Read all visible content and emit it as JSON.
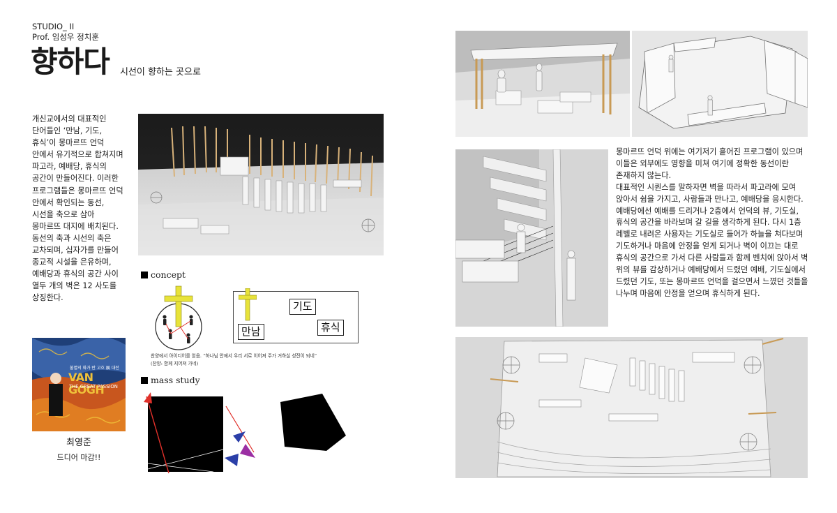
{
  "header": {
    "studio": "STUDIO_ II",
    "professor": "Prof. 임성우 정치훈",
    "title": "향하다",
    "subtitle": "시선이 향하는 곳으로"
  },
  "intro_text": "개신교에서의 대표적인 단어들인 ‘만남, 기도, 휴식’이 몽마르뜨 언덕 안에서 유기적으로 합쳐지며 파고라, 예배당, 휴식의 공간이 만들어진다. 이러한 프로그램들은 몽마르뜨 언덕 안에서 확인되는 동선, 시선을 축으로 삼아 몽마르뜨 대지에 배치된다. 동선의 축과 시선의 축은 교차되며, 십자가를 만들어 종교적 시설을 은유하며, 예배당과 휴식의 공간 사이 열두 개의 벽은 12 사도를 상징한다.",
  "poster": {
    "small_text": "불멸의 화가 반 고흐 展 대전",
    "big_title": "VAN GOGH",
    "sub_title": "THE GREAT PASSION"
  },
  "author": {
    "name": "최영준",
    "message": "드디어 마감!!"
  },
  "concept": {
    "title": "concept",
    "box_labels": [
      "기도",
      "만남",
      "휴식"
    ],
    "caption_line1": "찬양에서 아이디어를 얻음. “하나님 안에서 우리 서로 이어져 주가 거하실 성전이 되네”",
    "caption_line2": "(찬양: 함께 지어져 가네)"
  },
  "mass_study": {
    "title": "mass study"
  },
  "right_text": [
    "몽마르뜨 언덕 위에는 여기저기 흩어진 프로그램이 있으며 이들은 외부에도 영향을 미쳐 여기에 정확한 동선이란 존재하지 않는다.",
    "대표적인 시퀀스를 말하자면 벽을 따라서 파고라에 모여 앉아서 쉼을 가지고, 사람들과 만나고, 예배당을 응시한다. 예배당에선 예배를 드리거나 2층에서 언덕의 뷰, 기도실, 휴식의 공간을 바라보며 갈 길을 생각하게 된다. 다시 1층 레벨로 내려온 사용자는 기도실로 들어가 하늘을 쳐다보며 기도하거나 마음에 안정을 얻게 되거나 벽이 이끄는 대로 휴식의 공간으로 가서 다른 사람들과 함께 벤치에 앉아서 벽 위의 뷰를 감상하거나 예배당에서 드렸던 예배, 기도실에서 드렸던 기도, 또는 몽마르뜨 언덕을 걸으면서 느꼈던 것들을 나누며 마음에 안정을 얻으며 휴식하게 된다."
  ],
  "colors": {
    "cross_yellow": "#e8e33a",
    "arrow_red": "#e0302a",
    "arrow_blue": "#2b3fa8",
    "arrow_purple": "#9b2fa3"
  }
}
